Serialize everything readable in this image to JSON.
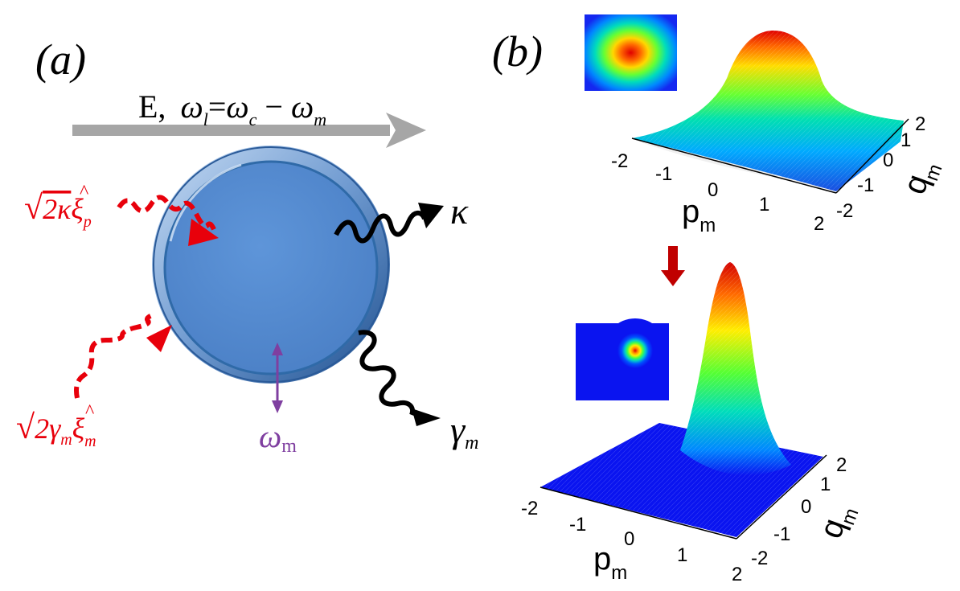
{
  "panel_a": {
    "label": "(a)",
    "drive": {
      "E": "E,",
      "omega": "ω",
      "l": "l",
      "eq": "=",
      "c": "c",
      "minus": "−",
      "m": "m"
    },
    "sqrt_sym": "√",
    "input_p": {
      "factor": "2κ",
      "xi": "ξ",
      "hat": "^",
      "sub": "p"
    },
    "input_m": {
      "factor": "2γ",
      "factor_sub": "m",
      "xi": "ξ",
      "hat": "^",
      "sub": "m"
    },
    "kappa": "κ",
    "gamma": "γ",
    "gamma_sub": "m",
    "omega_mech": "ω",
    "omega_mech_sub": "m"
  },
  "panel_b": {
    "label": "(b)",
    "top_plot": {
      "x_label": "p",
      "x_sub": "m",
      "y_label": "q",
      "y_sub": "m",
      "x_ticks": [
        "-2",
        "-1",
        "0",
        "1",
        "2"
      ],
      "y_ticks": [
        "2",
        "1",
        "0",
        "-1",
        "-2"
      ]
    },
    "bottom_plot": {
      "x_label": "p",
      "x_sub": "m",
      "y_label": "q",
      "y_sub": "m",
      "x_ticks": [
        "-2",
        "-1",
        "0",
        "1",
        "2"
      ],
      "y_ticks": [
        "2",
        "1",
        "0",
        "-1",
        "-2"
      ]
    }
  },
  "colors": {
    "drive_arrow": "#a6a6a6",
    "resonator": "#5a8fd4",
    "input_noise": "#e8000b",
    "output": "#000000",
    "mechanical": "#7f3fa0",
    "down_arrow": "#c00000",
    "plot_base": "#0a14f0"
  }
}
